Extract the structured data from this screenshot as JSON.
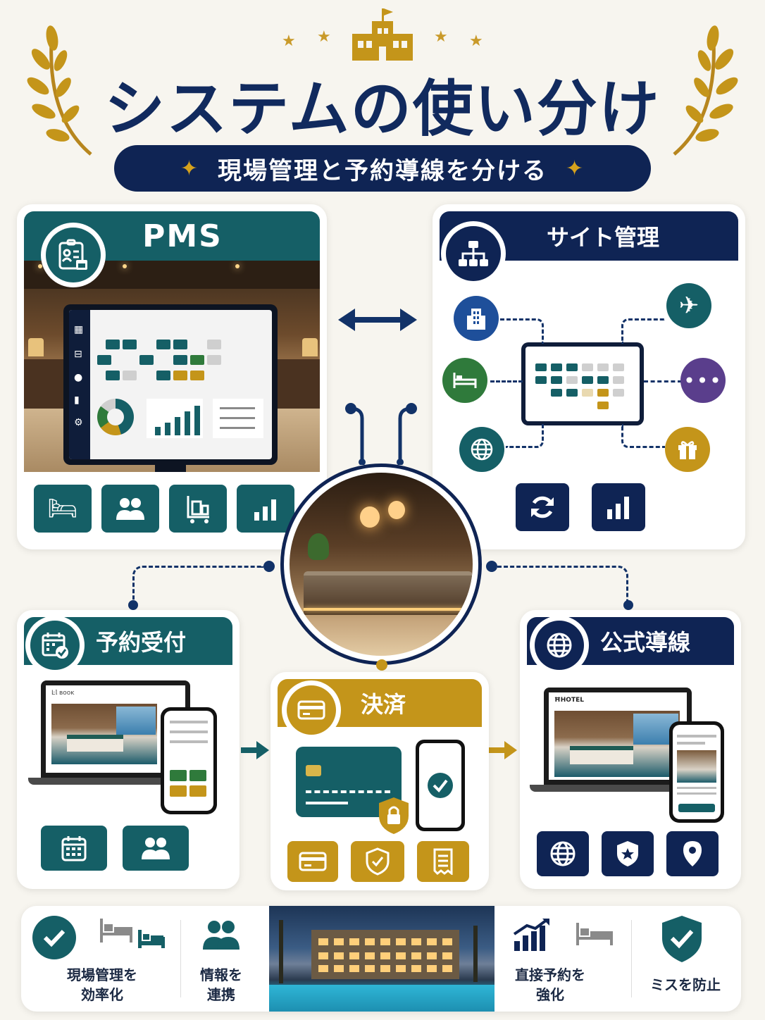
{
  "header": {
    "title": "システムの使い分け",
    "subtitle": "現場管理と予約導線を分ける"
  },
  "cards": {
    "pms": {
      "title": "PMS"
    },
    "site": {
      "title": "サイト管理"
    },
    "reservation": {
      "title": "予約受付"
    },
    "payment": {
      "title": "決済"
    },
    "official": {
      "title": "公式導線"
    }
  },
  "official_screen": {
    "brand": "ĦHOTEL"
  },
  "booking_screen": {
    "brand": "Ŀ𝕝 ʙooᴋ"
  },
  "banner": {
    "items": [
      {
        "label_line1": "現場管理を",
        "label_line2": "効率化"
      },
      {
        "label_line1": "情報を",
        "label_line2": "連携"
      },
      {
        "label_line1": "直接予約を",
        "label_line2": "強化"
      },
      {
        "label_line1": "ミスを防止",
        "label_line2": ""
      }
    ]
  },
  "colors": {
    "navy": "#0f2454",
    "teal": "#155f66",
    "gold": "#c4951a",
    "green": "#2f7a3b",
    "purple": "#5a3e8c",
    "blue": "#1e4f9a"
  }
}
